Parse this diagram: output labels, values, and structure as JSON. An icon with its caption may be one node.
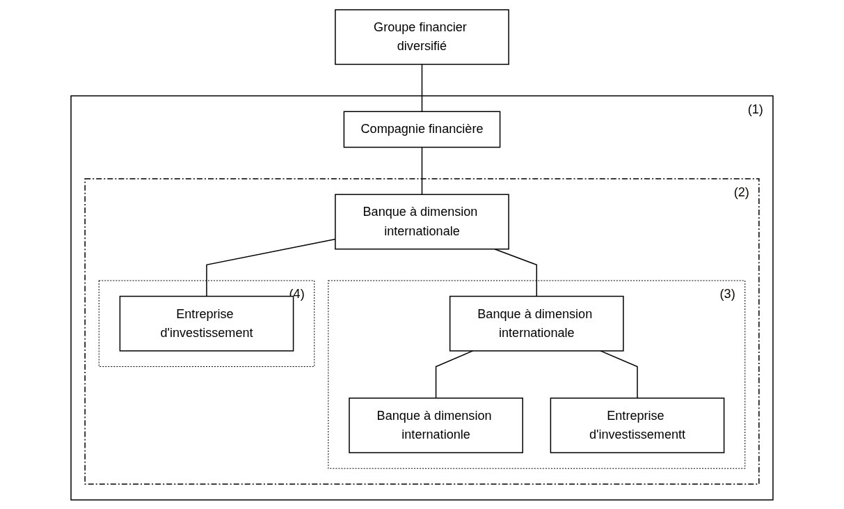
{
  "diagram": {
    "nodes": [
      {
        "text": [
          "Groupe financier diversifié"
        ]
      },
      {
        "text": [
          "(1)"
        ]
      },
      {
        "text": [
          "Compagnie financière"
        ],
        "in": 1
      },
      {
        "text": [
          "(2)"
        ],
        "in": 1
      },
      {
        "text": [
          "Banque à dimension internationale"
        ],
        "in": 3
      },
      {
        "text": [
          "(3)"
        ],
        "in": 3
      },
      {
        "text": [
          "Banque à dimension internationale"
        ],
        "in": 5
      },
      {
        "text": [
          "(4)"
        ],
        "in": 3
      },
      {
        "text": [
          "Entreprise d'investissement"
        ],
        "in": 7
      },
      {
        "text": [
          "Banque à dimension internationle"
        ],
        "in": 5
      },
      {
        "text": [
          "Entreprise d'investissementt"
        ],
        "in": 5
      }
    ],
    "edges": [
      {
        "from": 0,
        "to": 2,
        "arrow": "none"
      },
      {
        "from": 2,
        "to": 4,
        "arrow": "none"
      },
      {
        "from": 4,
        "to": 6,
        "arrow": "none"
      },
      {
        "from": 4,
        "to": 8,
        "arrow": "none"
      },
      {
        "from": 6,
        "to": 9,
        "arrow": "none"
      },
      {
        "from": 6,
        "to": 10,
        "arrow": "none"
      }
    ]
  }
}
